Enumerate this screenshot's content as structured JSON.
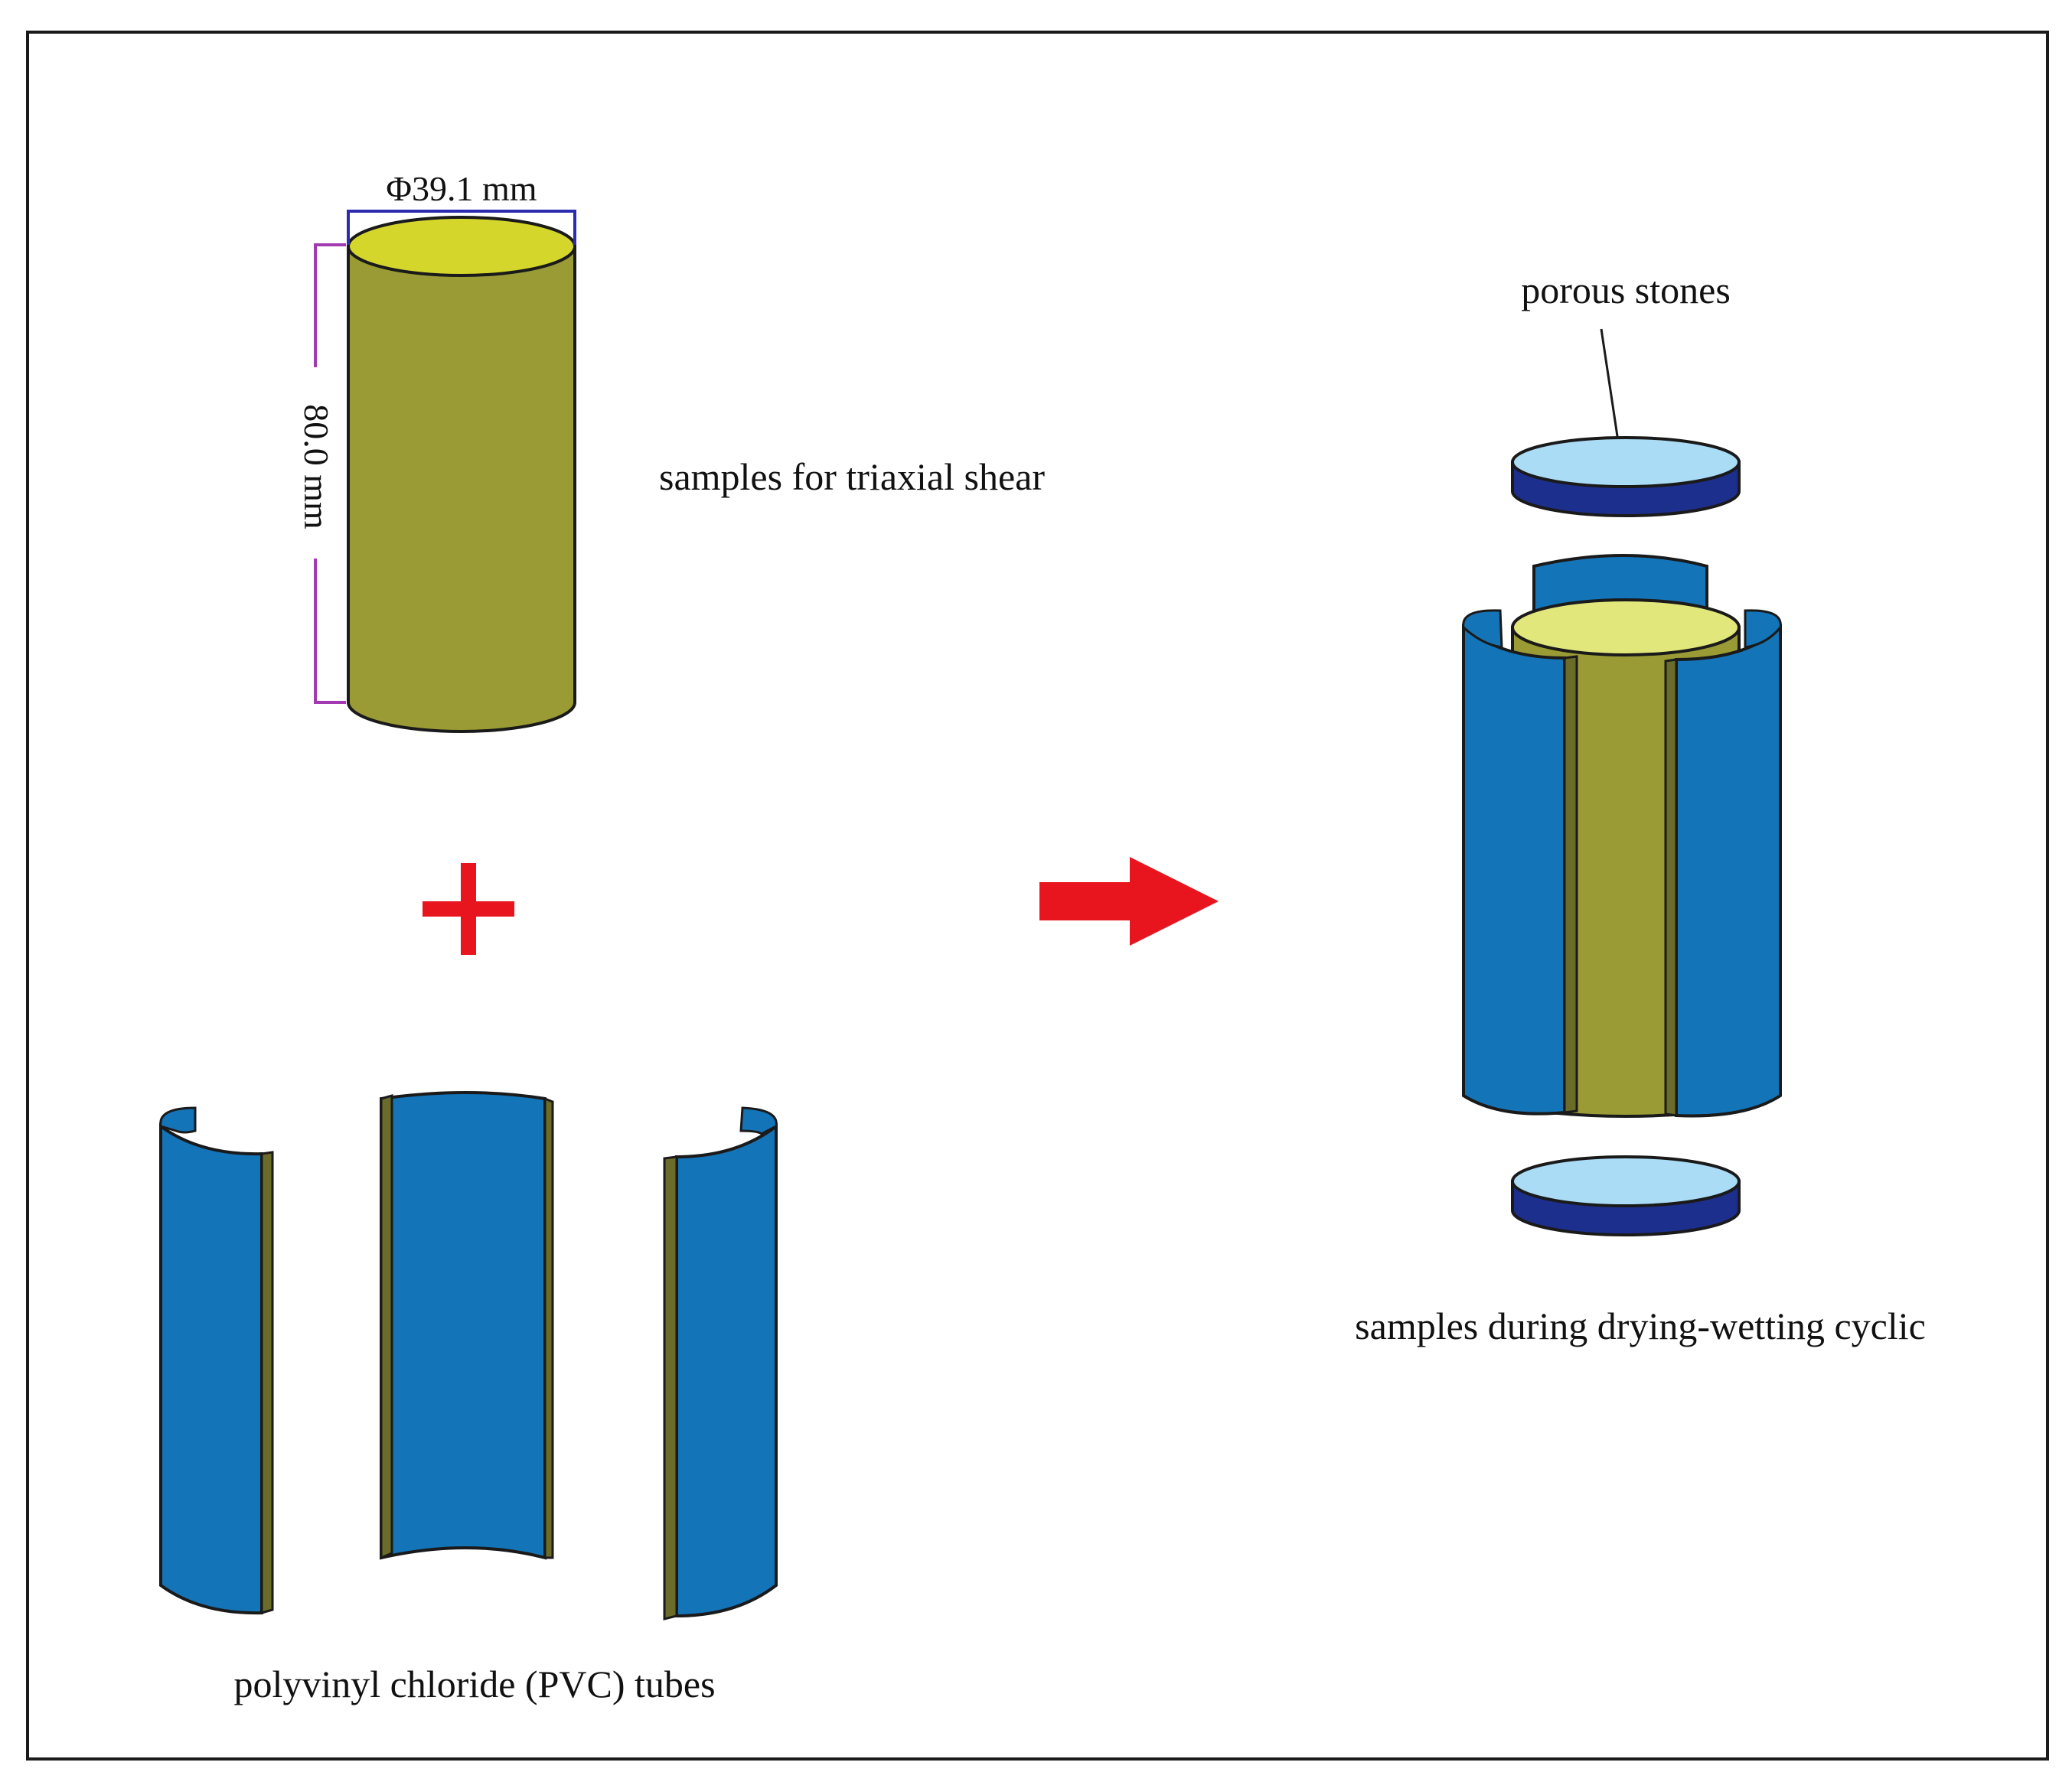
{
  "dimensions": {
    "diameter": "Φ39.1 mm",
    "height": "80.0 mm"
  },
  "labels": {
    "triaxial_samples": "samples for triaxial shear",
    "pvc_tubes": "polyvinyl chloride (PVC) tubes",
    "porous_stones": "porous stones",
    "assembled": "samples during drying-wetting cyclic"
  },
  "colors": {
    "soil_body": "#9a9b35",
    "soil_top": "#d4d62c",
    "soil_top_light": "#e2e77b",
    "pvc_blue": "#1474b8",
    "pvc_edge": "#6b6b2a",
    "stone_top": "#aadcf5",
    "stone_side": "#1d2f8c",
    "arrow_red": "#e8151e",
    "diameter_bracket": "#2b2bb0",
    "height_bracket": "#a23ab2"
  }
}
